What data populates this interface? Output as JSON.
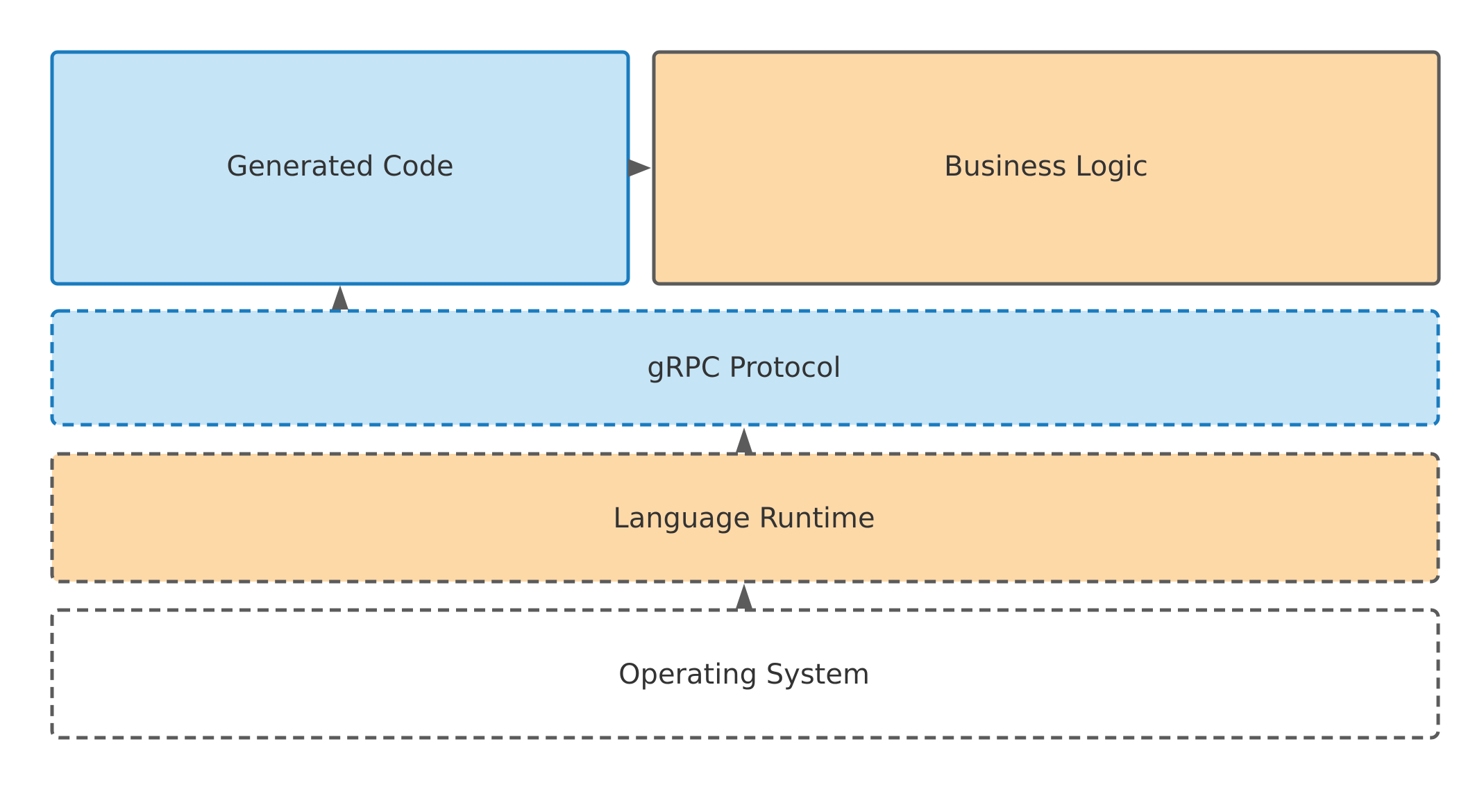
{
  "diagram": {
    "boxes": {
      "generated_code": "Generated Code",
      "business_logic": "Business Logic",
      "grpc_protocol": "gRPC Protocol",
      "language_runtime": "Language Runtime",
      "operating_system": "Operating System"
    },
    "colors": {
      "blue_fill": "#c5e4f6",
      "blue_stroke": "#1a7bbf",
      "orange_fill": "#fdd9a8",
      "gray_stroke": "#5b5b5b",
      "white_fill": "#ffffff",
      "text": "#333333",
      "arrow": "#5b5b5b"
    }
  }
}
